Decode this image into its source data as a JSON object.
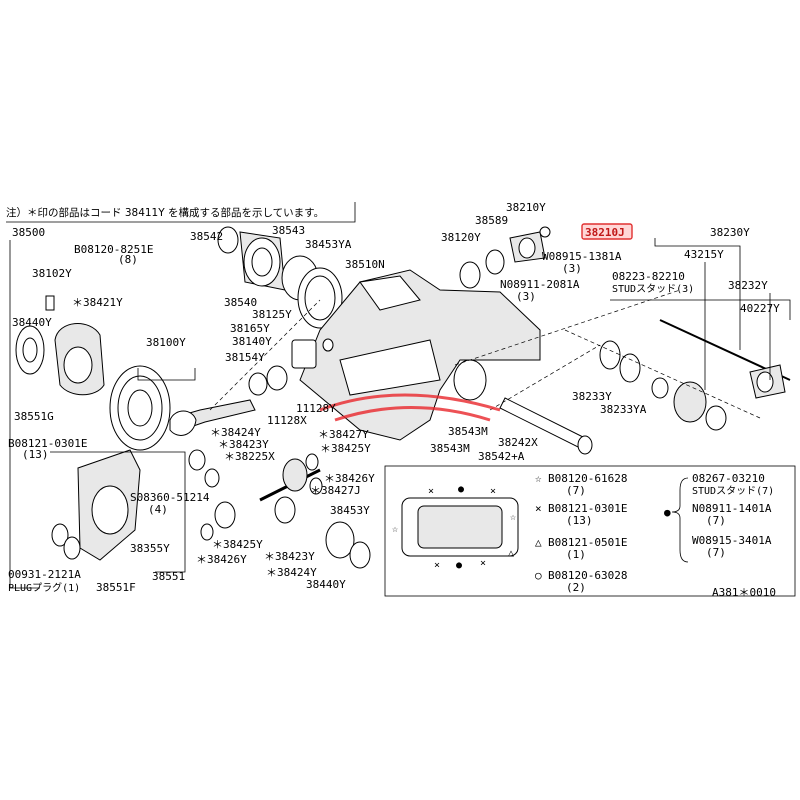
{
  "note": "注）＊印の部品はコード 38411Y を構成する部品を示しています。",
  "figure_code": "A381＊0010",
  "highlight_label": "38210J",
  "labels": [
    "38500",
    "38102Y",
    "38440Y",
    "＊38421Y",
    "B08120-8251E",
    "(8)",
    "38542",
    "38543",
    "38453YA",
    "38540",
    "38510N",
    "38120Y",
    "38589",
    "38210Y",
    "W08915-1381A",
    "(3)",
    "N08911-2081A",
    "(3)",
    "38230Y",
    "08223-82210",
    "STUDスタッド(3)",
    "43215Y",
    "38232Y",
    "40227Y",
    "38100Y",
    "38125Y",
    "38165Y",
    "38140Y",
    "38154Y",
    "11128X",
    "11128Y",
    "38551G",
    "B08121-0301E",
    "(13)",
    "＊38424Y",
    "＊38423Y",
    "＊38225X",
    "＊38427Y",
    "＊38425Y",
    "＊38426Y",
    "＊38427J",
    "S08360-51214",
    "(4)",
    "38355Y",
    "＊38425Y",
    "＊38426Y",
    "＊38423Y",
    "＊38424Y",
    "38453Y",
    "38440Y",
    "38543M",
    "38242X",
    "38543M",
    "38542+A",
    "38233Y",
    "38233YA",
    "00931-2121A",
    "PLUGプラグ(1)",
    "38551F",
    "38551"
  ],
  "legend": {
    "rows": [
      {
        "symbol": "☆",
        "code": "B08120-61628",
        "qty": "(7)"
      },
      {
        "symbol": "×",
        "code": "B08121-0301E",
        "qty": "(13)"
      },
      {
        "symbol": "△",
        "code": "B08121-0501E",
        "qty": "(1)"
      },
      {
        "symbol": "○",
        "code": "B08120-63028",
        "qty": "(2)"
      }
    ],
    "stud_code": "08267-03210",
    "stud_text": "STUDスタッド(7)",
    "dot_rows": [
      {
        "code": "N08911-1401A",
        "qty": "(7)"
      },
      {
        "code": "W08915-3401A",
        "qty": "(7)"
      }
    ]
  }
}
